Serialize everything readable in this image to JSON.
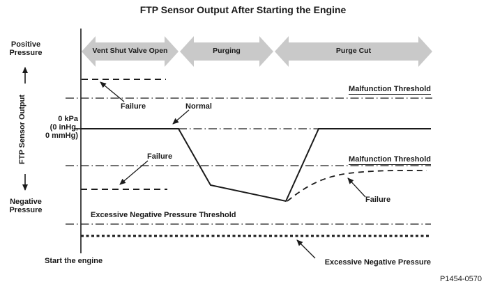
{
  "title": "FTP Sensor Output After Starting the Engine",
  "axis": {
    "positive_label": "Positive Pressure",
    "y_label": "FTP Sensor Output",
    "negative_label": "Negative Pressure",
    "zero_label": "0 kPa\n(0 inHg,\n0 mmHg)",
    "origin_label": "Start the engine"
  },
  "phases": [
    {
      "label": "Vent Shut Valve Open"
    },
    {
      "label": "Purging"
    },
    {
      "label": "Purge Cut"
    }
  ],
  "thresholds": {
    "malfunction_upper": "Malfunction Threshold",
    "malfunction_lower": "Malfunction Threshold",
    "excessive_negative": "Excessive Negative Pressure Threshold"
  },
  "annotations": {
    "failure_top": "Failure",
    "normal": "Normal",
    "failure_mid": "Failure",
    "failure_right": "Failure",
    "excessive_negative_pressure": "Excessive Negative Pressure"
  },
  "part_number": "P1454-0570",
  "colors": {
    "line": "#1a1a1a",
    "banner_fill": "#c9c9c9"
  }
}
